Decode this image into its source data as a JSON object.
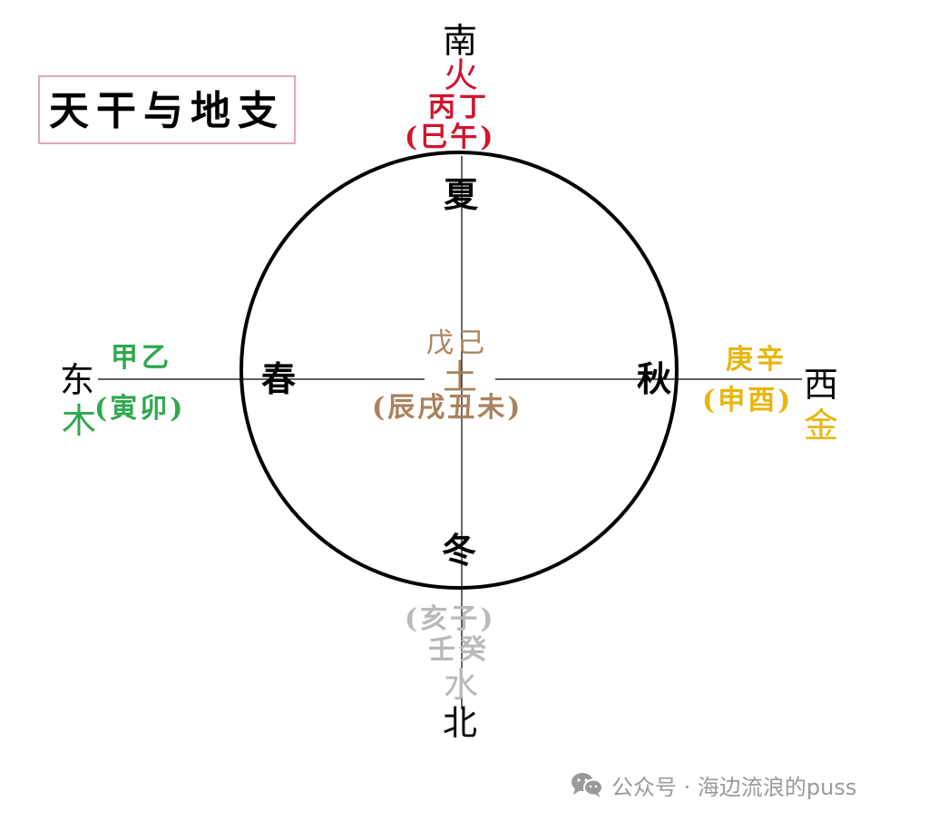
{
  "title": "天干与地支",
  "colors": {
    "fire": "#d0142c",
    "wood": "#2fa84f",
    "metal": "#e8b50c",
    "earth": "#a9825d",
    "water": "#b9b9b9",
    "frame": "#e2a6b8",
    "watermark": "#9a9a9a"
  },
  "south": {
    "direction": "南",
    "element": "火",
    "stems": "丙丁",
    "branches": "(巳午)",
    "season": "夏"
  },
  "east": {
    "direction": "东",
    "element": "木",
    "stems": "甲乙",
    "branches": "(寅卯)",
    "season": "春"
  },
  "west": {
    "direction": "西",
    "element": "金",
    "stems": "庚辛",
    "branches": "(申酉)",
    "season": "秋"
  },
  "north": {
    "direction": "北",
    "element": "水",
    "stems": "壬癸",
    "branches": "(亥子)",
    "season": "冬"
  },
  "center": {
    "element": "土",
    "stems": "戊己",
    "branches": "(辰戌丑未)"
  },
  "watermark": {
    "icon": "wechat-icon",
    "text": "公众号 · 海边流浪的puss"
  }
}
